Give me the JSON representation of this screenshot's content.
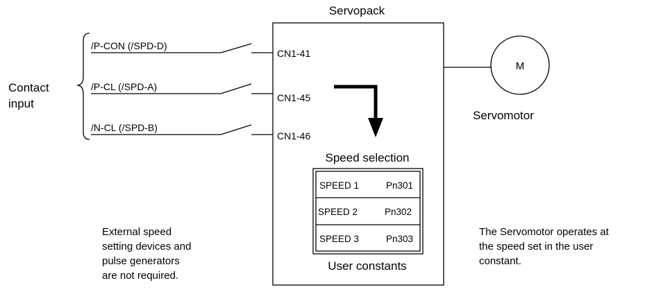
{
  "servopack": {
    "title": "Servopack",
    "connectors": [
      "CN1-41",
      "CN1-45",
      "CN1-46"
    ],
    "speed_selection_label": "Speed selection",
    "speed_table": [
      {
        "speed": "SPEED 1",
        "param": "Pn301"
      },
      {
        "speed": "SPEED 2",
        "param": "Pn302"
      },
      {
        "speed": "SPEED 3",
        "param": "Pn303"
      }
    ],
    "user_constants_label": "User constants"
  },
  "contact_input": {
    "label_line1": "Contact",
    "label_line2": "input",
    "signals": [
      "/P-CON (/SPD-D)",
      "/P-CL (/SPD-A)",
      "/N-CL (/SPD-B)"
    ]
  },
  "motor": {
    "symbol": "M",
    "label": "Servomotor"
  },
  "notes": {
    "left": [
      "External speed",
      "setting devices and",
      "pulse generators",
      "are not required."
    ],
    "right": [
      "The Servomotor operates at",
      "the speed set in the user",
      "constant."
    ]
  }
}
